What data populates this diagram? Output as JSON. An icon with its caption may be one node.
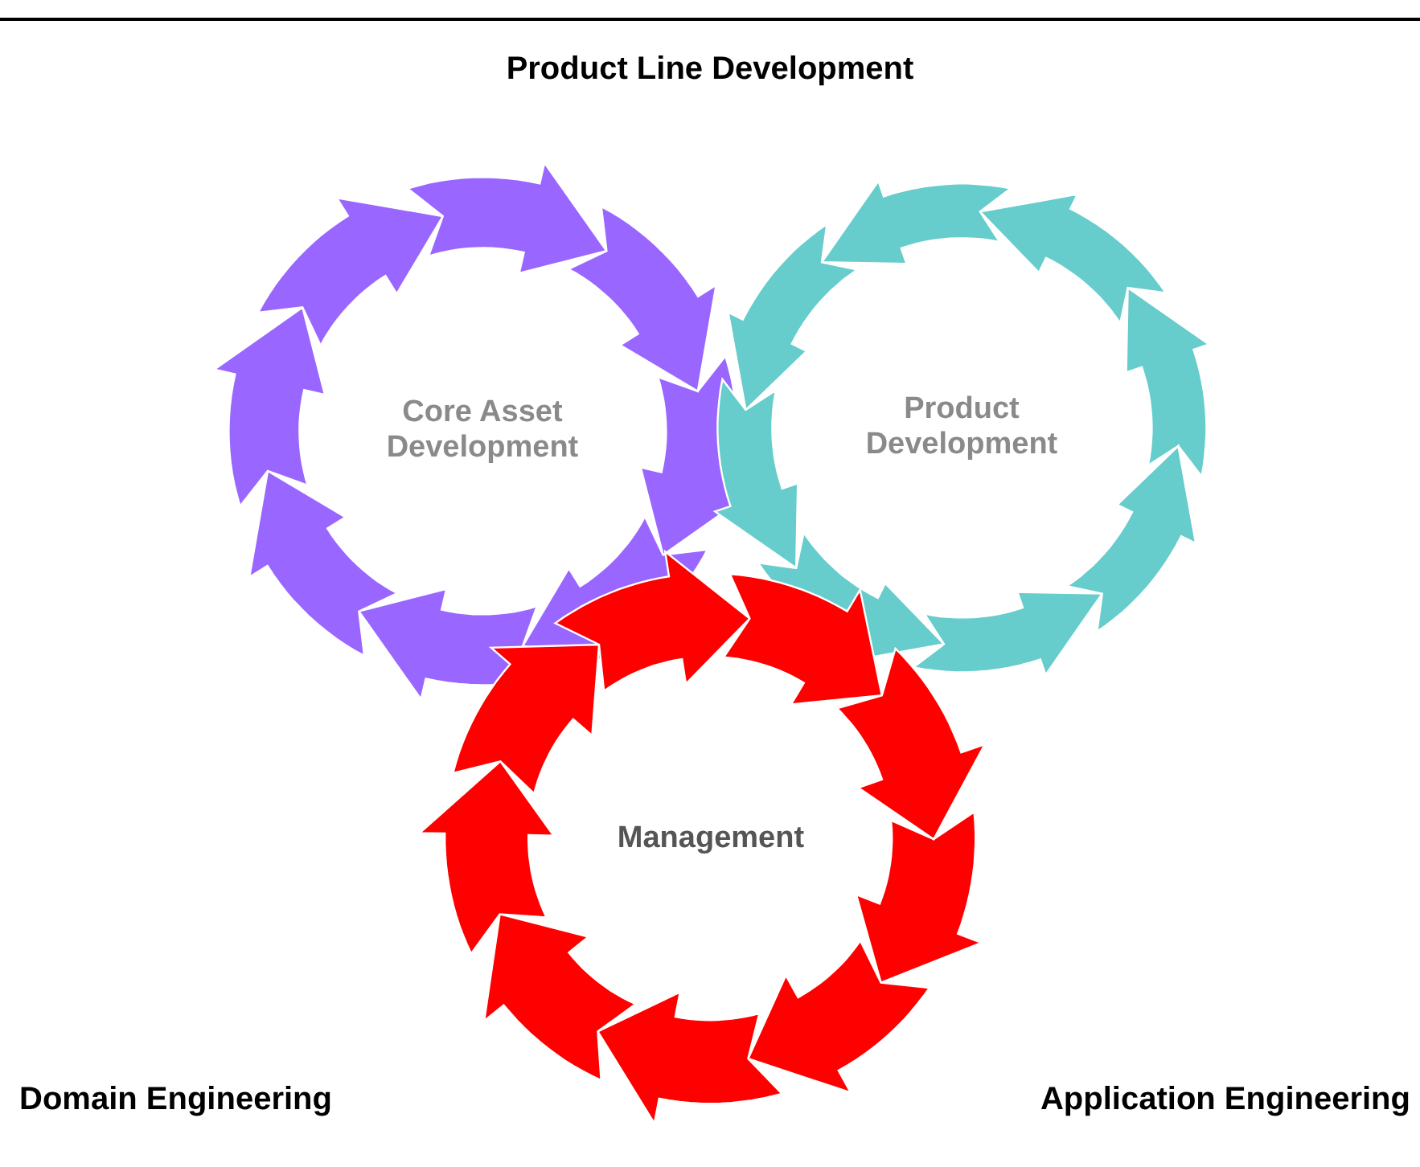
{
  "diagram": {
    "title": "Product Line Development",
    "nodes": [
      {
        "text": [
          "Core Asset Development"
        ]
      },
      {
        "text": [
          "Product Development"
        ]
      },
      {
        "text": [
          "Management"
        ]
      }
    ],
    "labels": [
      "Domain Engineering",
      "Application Engineering"
    ]
  }
}
